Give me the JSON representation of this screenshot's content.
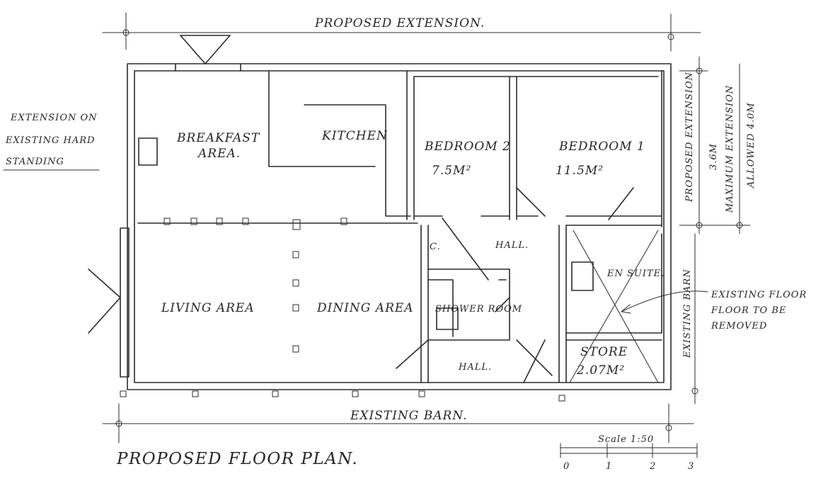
{
  "top_label": "PROPOSED EXTENSION.",
  "bottom_label": "EXISTING BARN.",
  "plan_title": "PROPOSED FLOOR PLAN.",
  "left_note": [
    "EXTENSION ON",
    "EXISTING HARD",
    "STANDING"
  ],
  "right_vertical_1": [
    "PROPOSED EXTENSION",
    "3.6M"
  ],
  "right_vertical_2": [
    "MAXIMUM EXTENSION",
    "ALLOWED 4.0M"
  ],
  "right_vertical_3": "EXISTING BARN",
  "rooms": {
    "breakfast": [
      "BREAKFAST",
      "AREA."
    ],
    "kitchen": "KITCHEN",
    "bedroom2": "BEDROOM 2",
    "bedroom2_area": "7.5M²",
    "bedroom1": "BEDROOM 1",
    "bedroom1_area": "11.5M²",
    "living": "LIVING AREA",
    "dining": "DINING AREA",
    "shower": "SHOWER ROOM",
    "hall_upper": "HALL.",
    "hall_lower": "HALL.",
    "ensuite": "EN SUITE.",
    "store": "STORE",
    "store_area": "2.07M²",
    "cupboard": "C."
  },
  "floor_note": [
    "EXISTING FLOOR",
    "FLOOR TO BE",
    "REMOVED"
  ],
  "scale": {
    "label": "Scale 1:50",
    "ticks": [
      "0",
      "1",
      "2",
      "3"
    ]
  }
}
